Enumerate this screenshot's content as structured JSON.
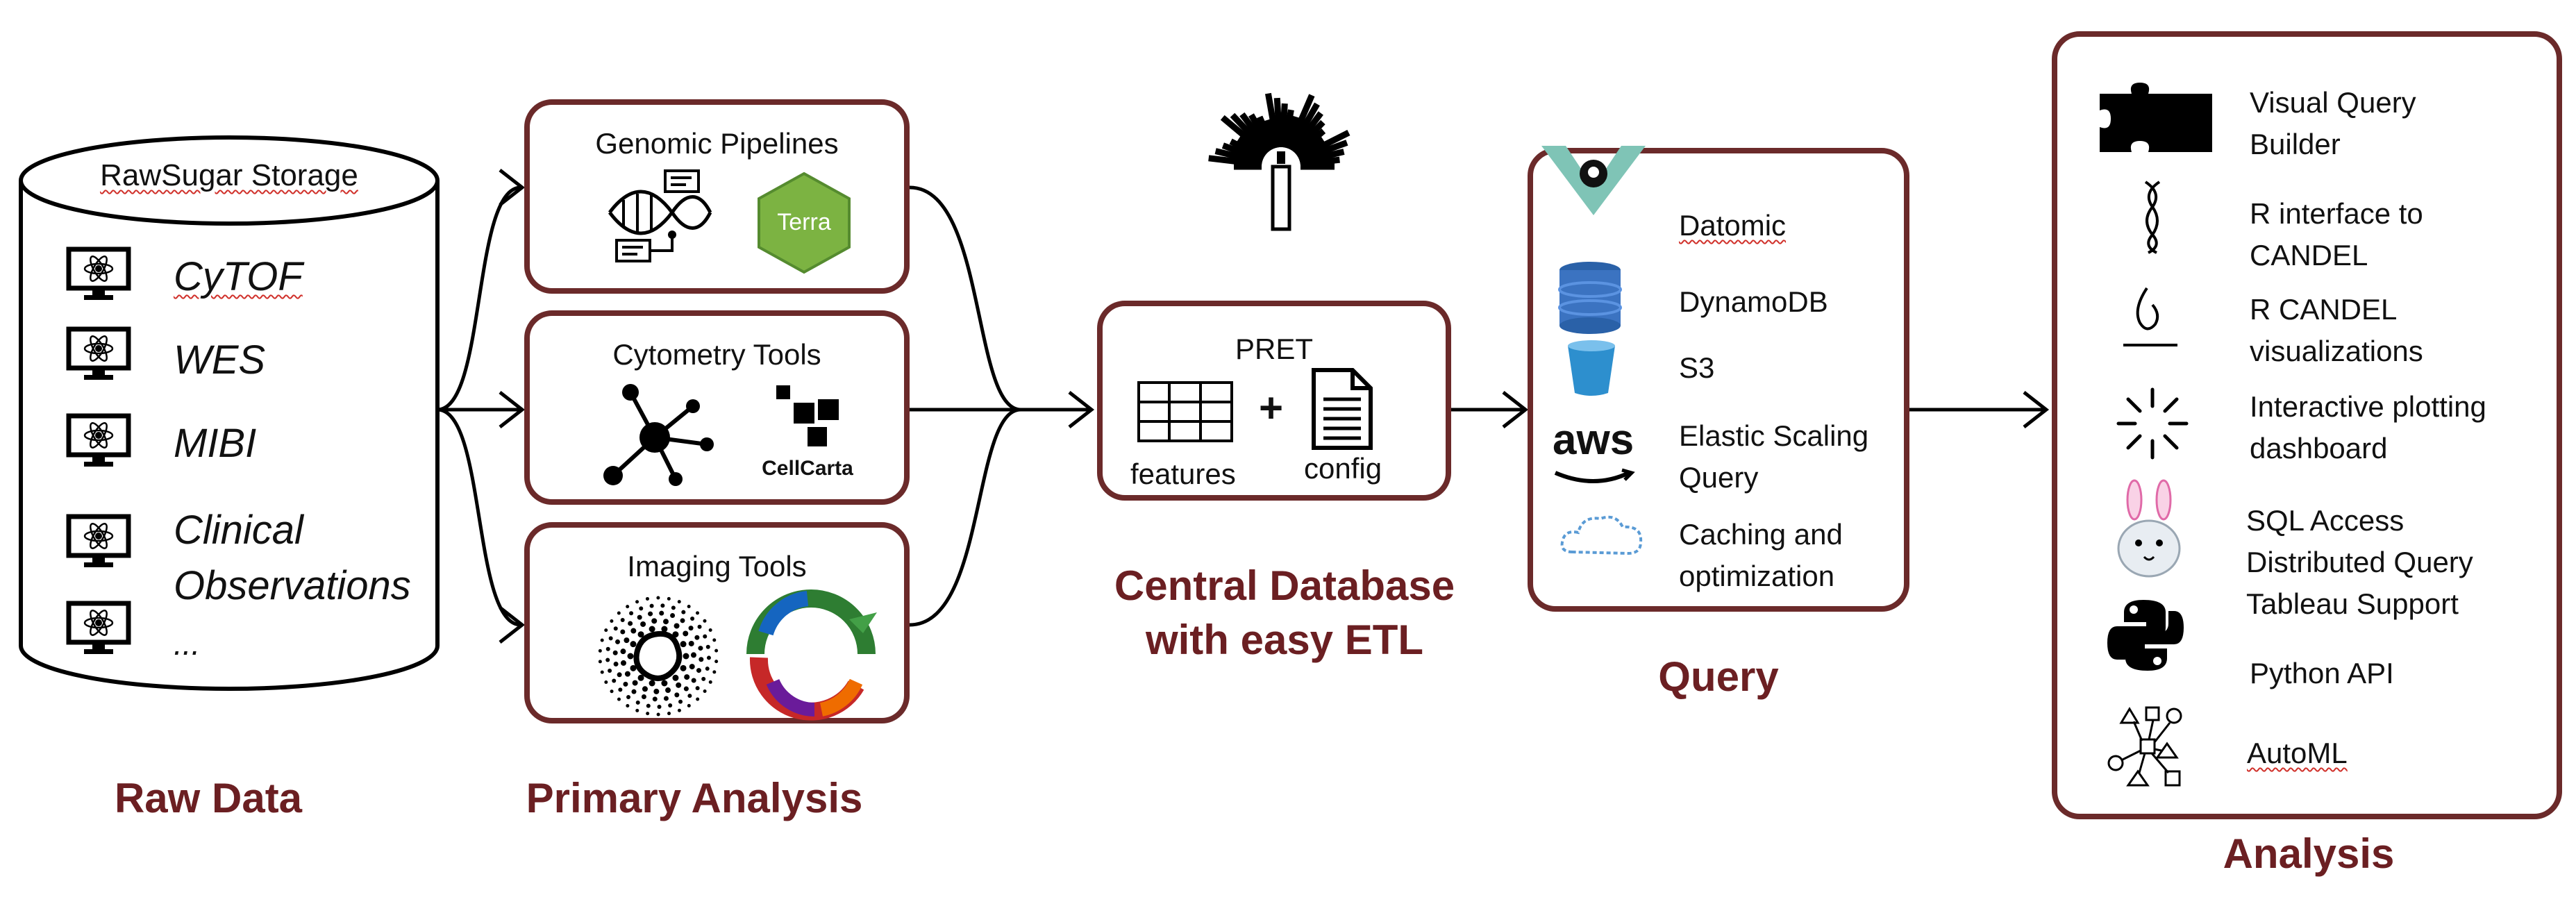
{
  "raw_data": {
    "stage_title": "Raw Data",
    "storage_label": "RawSugar Storage",
    "items": [
      "CyTOF",
      "WES",
      "MIBI",
      "Clinical",
      "Observations",
      "..."
    ]
  },
  "primary_analysis": {
    "stage_title": "Primary Analysis",
    "genomic": {
      "title": "Genomic Pipelines",
      "terra_label": "Terra"
    },
    "cytometry": {
      "title": "Cytometry Tools",
      "cellcarta_label": "CellCarta"
    },
    "imaging": {
      "title": "Imaging Tools"
    }
  },
  "central": {
    "stage_title_line1": "Central Database",
    "stage_title_line2": "with easy ETL",
    "pret_label": "PRET",
    "plus": "+",
    "features_label": "features",
    "config_label": "config"
  },
  "query": {
    "stage_title": "Query",
    "items": [
      {
        "label": "Datomic",
        "icon": "datomic-icon"
      },
      {
        "label": "DynamoDB",
        "icon": "dynamodb-icon"
      },
      {
        "label": "S3",
        "icon": "s3-bucket-icon"
      },
      {
        "label_line1": "Elastic Scaling",
        "label_line2": "Query",
        "icon_text": "aws"
      },
      {
        "label_line1": "Caching and",
        "label_line2": "optimization",
        "icon": "cloud-icon"
      }
    ]
  },
  "analysis": {
    "stage_title": "Analysis",
    "items": [
      {
        "line1": "Visual Query",
        "line2": "Builder",
        "icon": "puzzle-icon"
      },
      {
        "line1": "R interface to",
        "line2": "CANDEL",
        "icon": "dna-icon"
      },
      {
        "line1": "R CANDEL",
        "line2": "visualizations",
        "icon": "flame-icon"
      },
      {
        "line1": "Interactive plotting",
        "line2": "dashboard",
        "icon": "spinner-icon"
      },
      {
        "line1": "SQL Access",
        "line2": "Distributed Query",
        "line3": "Tableau Support",
        "icon": "rabbit-icon"
      },
      {
        "line1": "Python API",
        "icon": "python-icon"
      },
      {
        "line1": "AutoML",
        "icon": "automl-icon"
      }
    ]
  },
  "colors": {
    "accent": "#6b1f22",
    "box_border": "#6b2a2a"
  }
}
